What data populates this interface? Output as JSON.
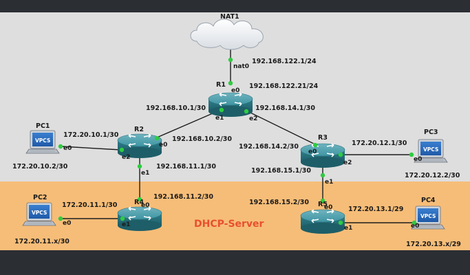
{
  "colors": {
    "top_band": "#2b2e33",
    "canvas_bg": "#dedede",
    "dhcp_zone": "#f6bd78",
    "link": "#1c1c1c",
    "port_dot": "#2ecc40",
    "router_body": "#2d7f8c",
    "dhcp_text": "#e8502e"
  },
  "nodes": {
    "nat1": "NAT1",
    "r1": "R1",
    "r2": "R2",
    "r3": "R3",
    "r4": "R4",
    "r5": "R5",
    "pc1": "PC1",
    "pc2": "PC2",
    "pc3": "PC3",
    "pc4": "PC4",
    "vpcs": "VPCS"
  },
  "interfaces": {
    "nat_nat0": "nat0",
    "r1_e0": "e0",
    "r1_e1": "e1",
    "r1_e2": "e2",
    "r2_e0": "e0",
    "r2_e1": "e1",
    "r2_e2": "e2",
    "r3_e0": "e0",
    "r3_e1": "e1",
    "r3_e2": "e2",
    "r4_e0": "e0",
    "r4_e1": "e1",
    "r5_e0": "e0",
    "r5_e1": "e1",
    "pc1_e0": "e0",
    "pc2_e0": "e0",
    "pc3_e0": "e0",
    "pc4_e0": "e0"
  },
  "addresses": {
    "nat1_ip": "192.168.122.1/24",
    "r1_e0_ip": "192.168.122.21/24",
    "r1_e1_ip": "192.168.10.1/30",
    "r1_e2_ip": "192.168.14.1/30",
    "r2_e0_ip": "192.168.10.2/30",
    "r2_e2_ip": "172.20.10.1/30",
    "r2_e1_ip": "192.168.11.1/30",
    "pc1_ip": "172.20.10.2/30",
    "r3_e0_ip": "192.168.14.2/30",
    "r3_e2_ip": "172.20.12.1/30",
    "r3_e1_ip": "192.168.15.1/30",
    "pc3_ip": "172.20.12.2/30",
    "r4_e0_ip": "192.168.11.2/30",
    "r4_e1_ip": "172.20.11.1/30",
    "pc2_ip": "172.20.11.x/30",
    "r5_e0_ip": "192.168.15.2/30",
    "r5_e1_ip": "172.20.13.1/29",
    "pc4_ip": "172.20.13.x/29"
  },
  "zone_label": "DHCP-Server"
}
